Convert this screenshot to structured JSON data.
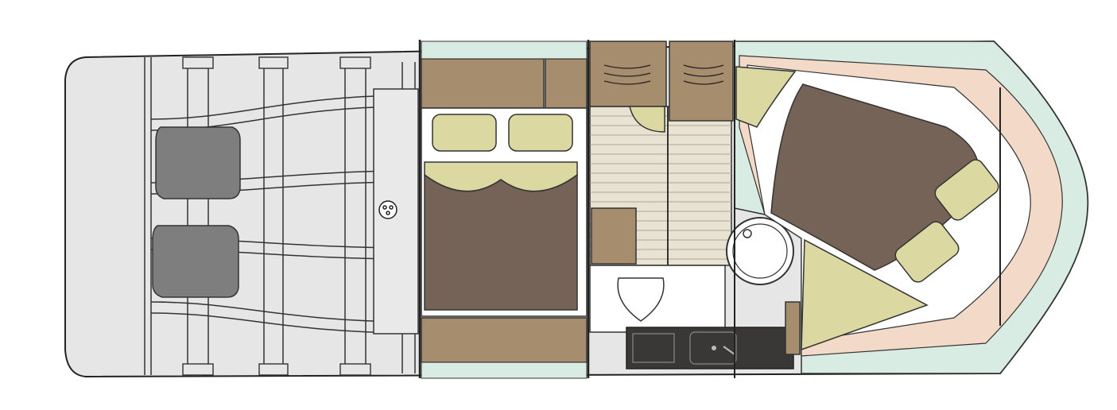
{
  "diagram": {
    "kind": "yacht-deck-plan",
    "colors": {
      "hull": "#e6e6e6",
      "engine": "#7e7e7e",
      "wood": "#a68d6d",
      "berth": "#766358",
      "cushion": "#dcd8a1",
      "teak_floor": "#e8e2d3",
      "glass": "#d8ece3",
      "accent_trim": "#f2d9c8",
      "galley_counter": "#3a3836",
      "head_fixture": "#ffffff"
    },
    "zones": [
      {
        "id": "engine-room",
        "contents": [
          "engine-port",
          "engine-starboard"
        ]
      },
      {
        "id": "aft-cabin",
        "contents": [
          "double-berth",
          "pillows",
          "wardrobe"
        ]
      },
      {
        "id": "saloon",
        "contents": [
          "lockers",
          "teak-floor",
          "bench-seat"
        ]
      },
      {
        "id": "head",
        "contents": [
          "toilet",
          "shower"
        ]
      },
      {
        "id": "galley",
        "contents": [
          "stove",
          "sink"
        ]
      },
      {
        "id": "bow-cabin",
        "contents": [
          "v-berth",
          "pillows",
          "side-seat"
        ]
      }
    ]
  }
}
